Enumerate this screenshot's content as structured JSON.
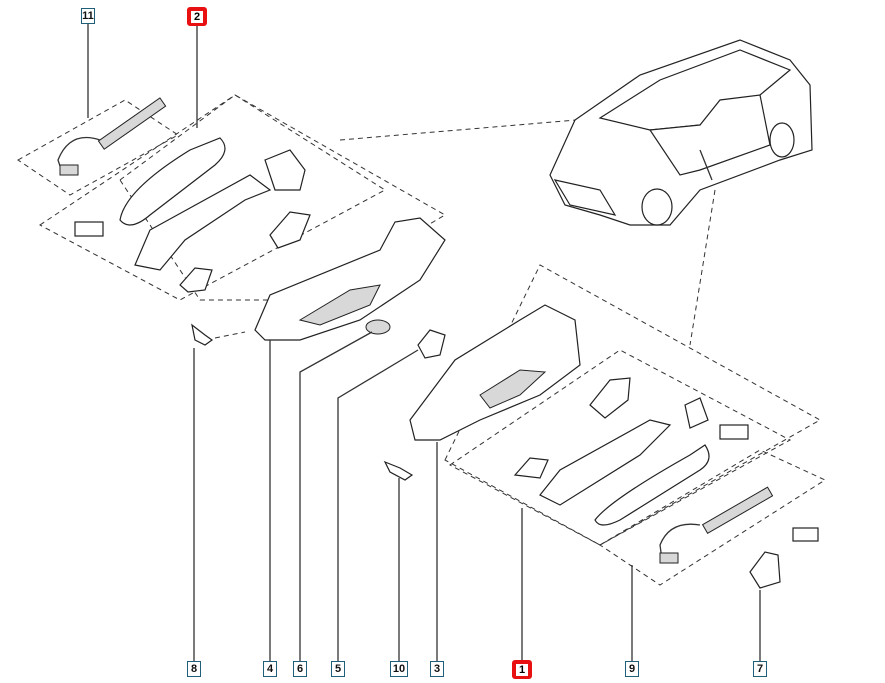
{
  "diagram": {
    "labels": [
      {
        "id": "11",
        "highlighted": false
      },
      {
        "id": "2",
        "highlighted": true
      },
      {
        "id": "8",
        "highlighted": false
      },
      {
        "id": "4",
        "highlighted": false
      },
      {
        "id": "6",
        "highlighted": false
      },
      {
        "id": "5",
        "highlighted": false
      },
      {
        "id": "10",
        "highlighted": false
      },
      {
        "id": "3",
        "highlighted": false
      },
      {
        "id": "1",
        "highlighted": true
      },
      {
        "id": "9",
        "highlighted": false
      },
      {
        "id": "7",
        "highlighted": false
      }
    ],
    "highlight_color": "#e81010",
    "label_border_color": "#1f5f7a"
  }
}
